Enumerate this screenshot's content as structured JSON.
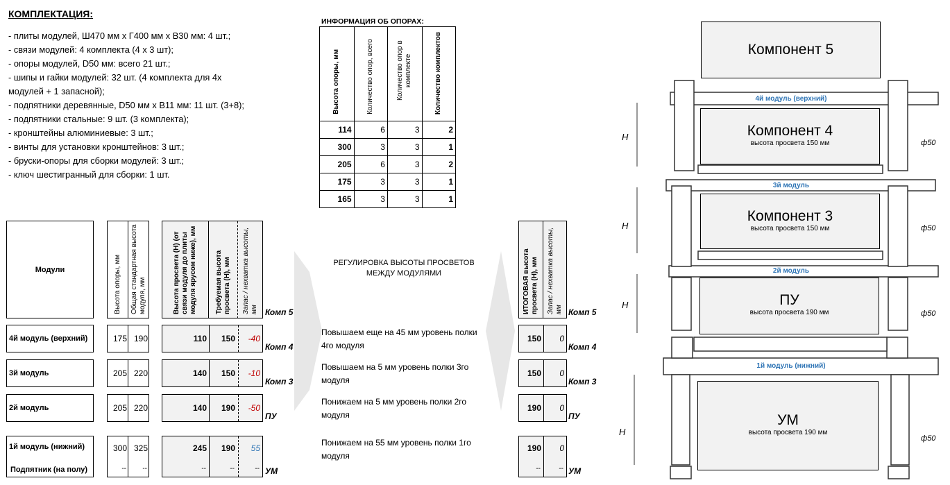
{
  "kit": {
    "title": "КОМПЛЕКТАЦИЯ:",
    "items": [
      "- плиты модулей, Ш470 мм х Г400 мм х В30 мм: 4 шт.;",
      "- связи модулей: 4 комплекта (4 х 3 шт);",
      "- опоры модулей, D50 мм: всего 21 шт.;",
      "- шипы и гайки модулей: 32 шт. (4 комплекта для 4х модулей + 1 запасной);",
      "- подпятники деревянные, D50 мм х В11 мм: 11 шт. (3+8);",
      "- подпятники стальные: 9 шт. (3 комплекта);",
      "- кронштейны алюминиевые: 3 шт.;",
      "- винты для установки кронштейнов: 3 шт.;",
      "- бруски-опоры для сборки модулей: 3 шт.;",
      "- ключ шестигранный для сборки: 1 шт."
    ]
  },
  "supports": {
    "title": "ИНФОРМАЦИЯ ОБ ОПОРАХ:",
    "headers": [
      "Высота опоры, мм",
      "Количество опор, всего",
      "Количество опор в комплекте",
      "Количество комплектов"
    ],
    "rows": [
      [
        "114",
        "6",
        "3",
        "2"
      ],
      [
        "300",
        "3",
        "3",
        "1"
      ],
      [
        "205",
        "6",
        "3",
        "2"
      ],
      [
        "175",
        "3",
        "3",
        "1"
      ],
      [
        "165",
        "3",
        "3",
        "1"
      ]
    ]
  },
  "modules": {
    "header": "Модули",
    "col_support": "Высота опоры, мм",
    "col_std": "Общая стандартная высота модуля, мм",
    "col_clear": "Высота просвета (H) (от связи модуля до плиты модуля ярусом ниже), мм",
    "col_req": "Требуемая высота просвета (H), мм",
    "col_diff": "Запас / нехватка высоты, мм",
    "rows": [
      {
        "name": "4й модуль (верхний)",
        "support": "175",
        "std": "190",
        "clear": "110",
        "req": "150",
        "diff": "-40"
      },
      {
        "name": "3й модуль",
        "support": "205",
        "std": "220",
        "clear": "140",
        "req": "150",
        "diff": "-10"
      },
      {
        "name": "2й модуль",
        "support": "205",
        "std": "220",
        "clear": "140",
        "req": "190",
        "diff": "-50"
      },
      {
        "name": "1й модуль (нижний)",
        "support": "300",
        "std": "325",
        "clear": "245",
        "req": "190",
        "diff": "55"
      }
    ],
    "foot": {
      "name": "Подпятник (на полу)",
      "support": "--",
      "std": "--",
      "clear": "--",
      "req": "--",
      "diff": "--"
    }
  },
  "labels": {
    "k5": "Комп 5",
    "k4": "Комп 4",
    "k3": "Комп 3",
    "pu": "ПУ",
    "um": "УМ"
  },
  "adjust": {
    "title": "РЕГУЛИРОВКА ВЫСОТЫ ПРОСВЕТОВ МЕЖДУ МОДУЛЯМИ",
    "notes": [
      "Повышаем еще на 45 мм уровень полки 4го модуля",
      "Повышаем на 5 мм уровень полки 3го модуля",
      "Понижаем на 5 мм уровень полки 2го модуля",
      "Понижаем на 55 мм уровень полки 1го модуля"
    ]
  },
  "result": {
    "col_total": "ИТОГОВАЯ высота просвета (H), мм",
    "col_diff": "Запас / нехватка высоты, мм",
    "rows": [
      {
        "total": "150",
        "diff": "0"
      },
      {
        "total": "150",
        "diff": "0"
      },
      {
        "total": "190",
        "diff": "0"
      },
      {
        "total": "190",
        "diff": "0"
      }
    ],
    "foot": {
      "total": "--",
      "diff": "--"
    }
  },
  "drawing": {
    "components": [
      {
        "title": "Компонент 5",
        "sub": ""
      },
      {
        "title": "Компонент 4",
        "sub": "высота просвета 150 мм"
      },
      {
        "title": "Компонент 3",
        "sub": "высота просвета 150 мм"
      },
      {
        "title": "ПУ",
        "sub": "высота просвета 190 мм"
      },
      {
        "title": "УМ",
        "sub": "высота просвета 190 мм"
      }
    ],
    "module_labels": [
      "4й модуль (верхний)",
      "3й модуль",
      "2й модуль",
      "1й модуль (нижний)"
    ],
    "dim_h": "H",
    "dim_d": "ф50"
  },
  "colors": {
    "red": "#c00000",
    "blue": "#2e74b5",
    "gray": "#f2f2f2"
  }
}
